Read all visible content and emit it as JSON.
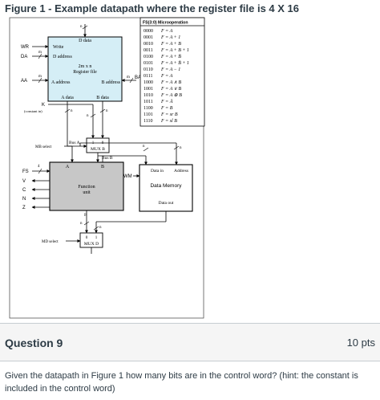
{
  "figure": {
    "title": "Figure 1 - Example datapath where the register file is 4 X 16",
    "register_file": {
      "write": "Write",
      "d_data": "D data",
      "d_address": "D address",
      "center_line1": "2m x n",
      "center_line2": "Register file",
      "a_address": "A address",
      "b_address": "B address",
      "a_data": "A data",
      "b_data": "B data"
    },
    "signals": {
      "wr": "WR",
      "da": "DA",
      "aa": "AA",
      "ba": "BA",
      "k": "K",
      "k_sub": "(constant in)",
      "mb_select": "MB select",
      "md_select": "MD select",
      "bus_a": "Bus A",
      "bus_b": "Bus B",
      "fs": "FS",
      "v": "V",
      "c": "C",
      "n_flag": "N",
      "z": "Z",
      "wm": "WM",
      "m": "m",
      "n": "n",
      "four": "4",
      "f": "F"
    },
    "mux_b": {
      "in1": "1",
      "in0": "0",
      "label": "MUX B"
    },
    "mux_d": {
      "in0": "0",
      "in1": "1",
      "label": "MUX D"
    },
    "function_unit": {
      "a": "A",
      "b": "B",
      "line1": "Function",
      "line2": "unit"
    },
    "data_memory": {
      "data_in": "Data in",
      "address": "Address",
      "title": "Data Memory",
      "data_out": "Data out"
    },
    "fs_table": {
      "header": "FS(3:0)  Microoperation",
      "rows": [
        [
          "0000",
          "F = A"
        ],
        [
          "0001",
          "F = A + 1"
        ],
        [
          "0010",
          "F = A + B"
        ],
        [
          "0011",
          "F = A + B + 1"
        ],
        [
          "0100",
          "F = A + B̄"
        ],
        [
          "0101",
          "F = A + B̄ + 1"
        ],
        [
          "0110",
          "F = A − 1"
        ],
        [
          "0111",
          "F = A"
        ],
        [
          "1000",
          "F = A ∧ B"
        ],
        [
          "1001",
          "F = A ∨ B"
        ],
        [
          "1010",
          "F = A ⊕ B"
        ],
        [
          "1011",
          "F = Ā"
        ],
        [
          "1100",
          "F = B"
        ],
        [
          "1101",
          "F = sr B"
        ],
        [
          "1110",
          "F = sl B"
        ]
      ]
    }
  },
  "question": {
    "title": "Question 9",
    "points": "10 pts",
    "text": "Given the datapath in Figure 1 how many bits are in the control word? (hint: the constant is included in the control word)"
  }
}
